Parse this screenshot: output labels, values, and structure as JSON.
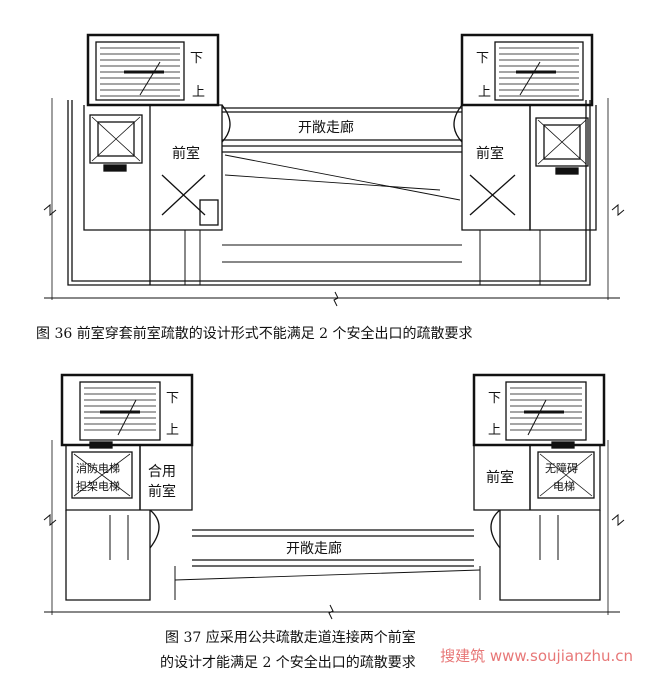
{
  "figure36": {
    "caption": "图 36   前室穿套前室疏散的设计形式不能满足 2 个安全出口的疏散要求",
    "corridor_label": "开敞走廊",
    "left_anteroom_label": "前室",
    "right_anteroom_label": "前室",
    "stair_down_left": "下",
    "stair_up_left": "上",
    "stair_down_right": "下",
    "stair_up_right": "上"
  },
  "figure37": {
    "caption_line1": "图 37   应采用公共疏散走道连接两个前室",
    "caption_line2": "的设计才能满足 2 个安全出口的疏散要求",
    "corridor_label": "开敞走廊",
    "combined_anteroom_line1": "合用",
    "combined_anteroom_line2": "前室",
    "right_anteroom_label": "前室",
    "fire_elevator_line1": "消防电梯",
    "fire_elevator_line2": "担架电梯",
    "accessible_elevator_line1": "无障碍",
    "accessible_elevator_line2": "电梯",
    "stair_down_left": "下",
    "stair_up_left": "上",
    "stair_down_right": "下",
    "stair_up_right": "上"
  },
  "watermark": "搜建筑 www.soujianzhu.cn"
}
